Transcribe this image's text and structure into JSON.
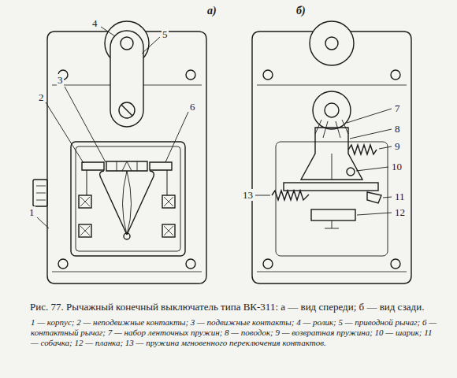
{
  "diagram": {
    "caption": "Рис. 77. Рычажный конечный выключатель типа ВК-311: а — вид спереди; б — вид сзади.",
    "labels": [
      "а)",
      "4",
      "5",
      "3",
      "2",
      "6",
      "1",
      "б)",
      "7",
      "8",
      "9",
      "10",
      "13",
      "11",
      "12",
      "1 — корпус; 2 — неподвижные контакты; 3 — подвижные контакты; 4 — ролик; 5 — приводной рычаг; 6 — контактный рычаг; 7 — набор ленточных пружин; 8 — поводок; 9 — возвратная пружина; 10 — шарик; 11 — собачка; 12 — планка; 13 — пружина мгновенного переключения контактов."
    ]
  }
}
